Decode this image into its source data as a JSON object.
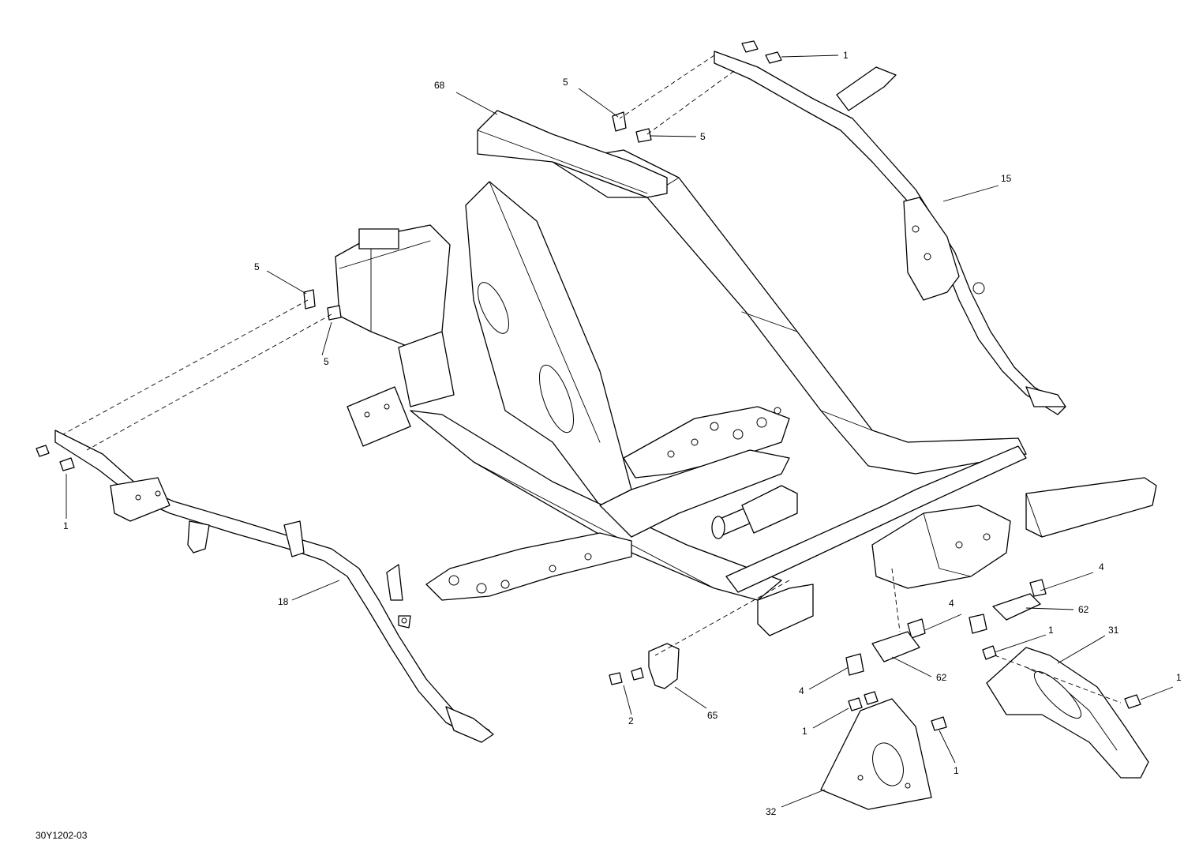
{
  "diagram": {
    "drawing_code": "30Y1202-03",
    "callouts": {
      "c1_top": "1",
      "c5_top_a": "5",
      "c5_top_b": "5",
      "c68": "68",
      "c15": "15",
      "c5_left_a": "5",
      "c5_left_b": "5",
      "c1_left": "1",
      "c18": "18",
      "c4_a": "4",
      "c4_b": "4",
      "c4_c": "4",
      "c62_a": "62",
      "c62_b": "62",
      "c1_right_a": "1",
      "c31": "31",
      "c1_right_b": "1",
      "c2": "2",
      "c65": "65",
      "c1_bottom_a": "1",
      "c1_bottom_b": "1",
      "c32": "32"
    }
  }
}
